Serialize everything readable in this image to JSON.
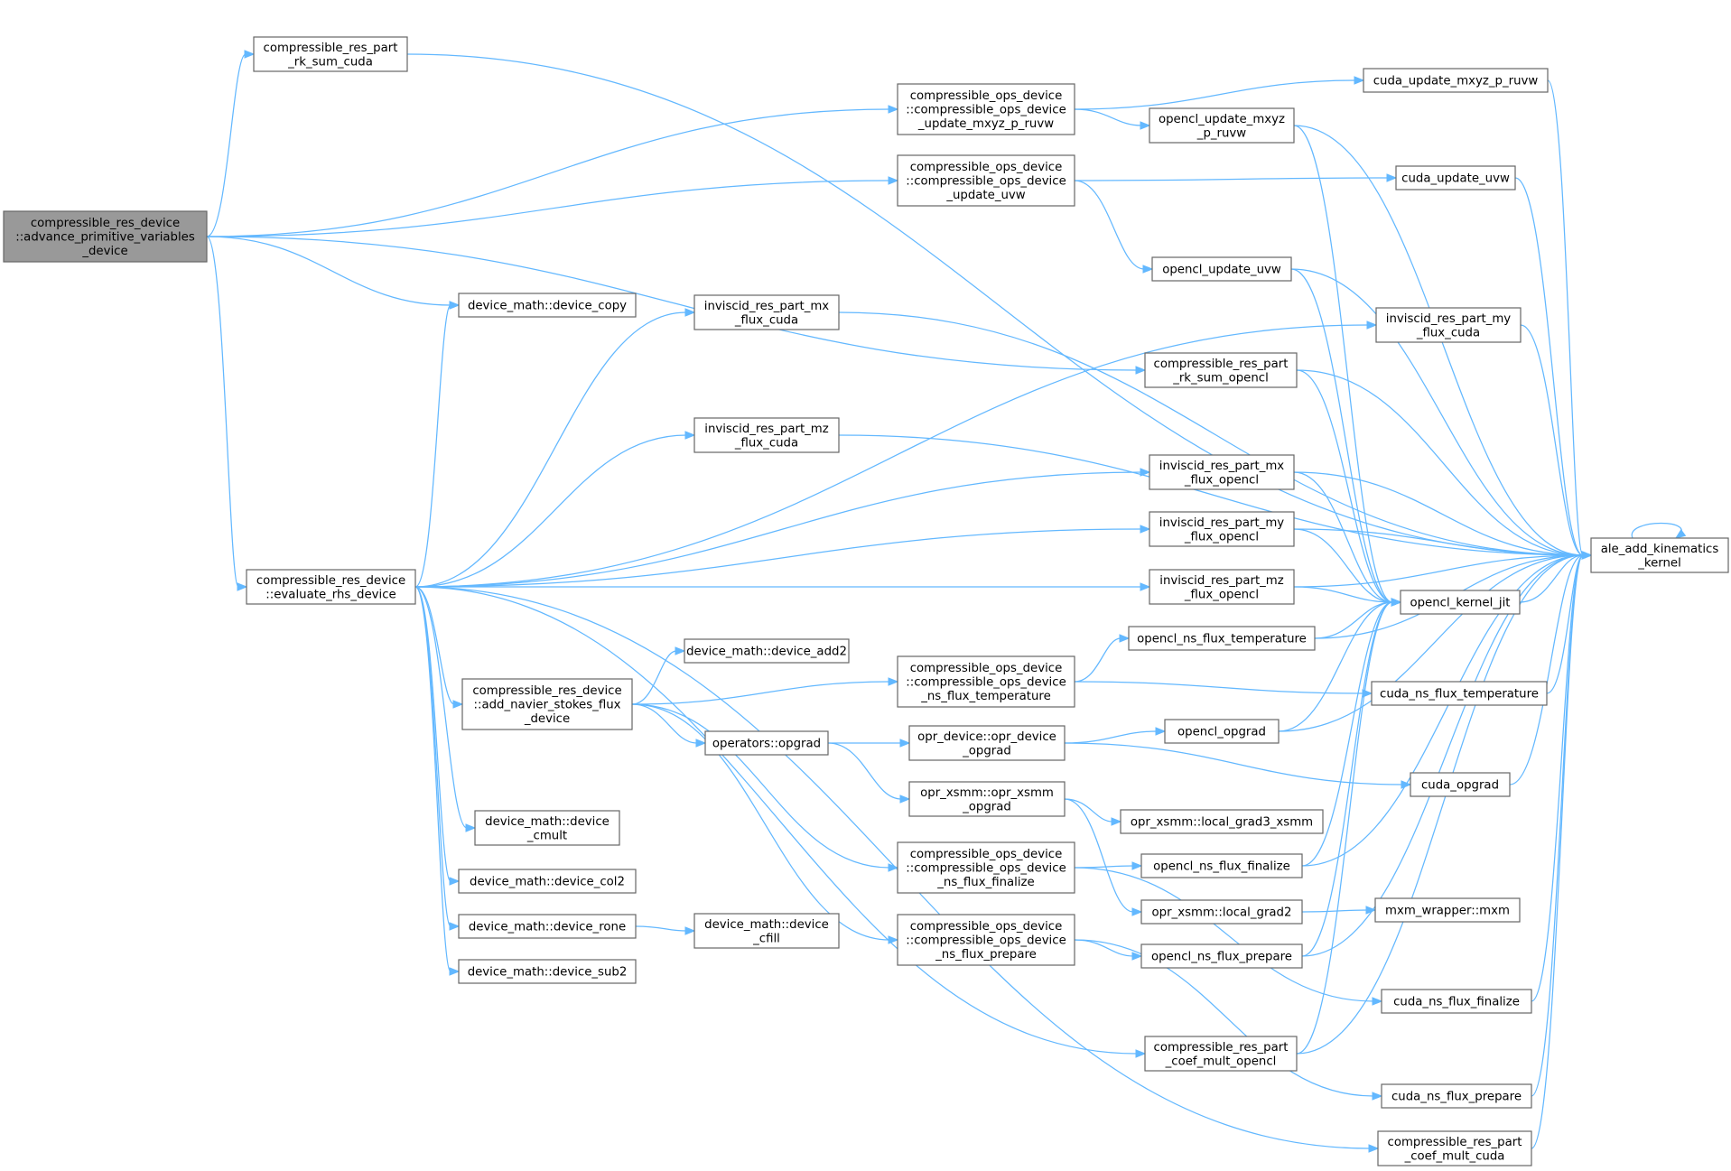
{
  "graph": {
    "edge_color": "#63b8ff",
    "root_fill": "#999999",
    "node_fill": "#ffffff",
    "node_stroke": "#666666",
    "nodes": [
      {
        "id": "root",
        "lines": [
          "compressible_res_device",
          "::advance_primitive_variables",
          "_device"
        ],
        "root": true
      },
      {
        "id": "rk_sum_cuda",
        "lines": [
          "compressible_res_part",
          "_rk_sum_cuda"
        ]
      },
      {
        "id": "ops_update_mxyz",
        "lines": [
          "compressible_ops_device",
          "::compressible_ops_device",
          "_update_mxyz_p_ruvw"
        ]
      },
      {
        "id": "cuda_update_mxyz",
        "lines": [
          "cuda_update_mxyz_p_ruvw"
        ]
      },
      {
        "id": "opencl_update_mxyz",
        "lines": [
          "opencl_update_mxyz",
          "_p_ruvw"
        ]
      },
      {
        "id": "ops_update_uvw",
        "lines": [
          "compressible_ops_device",
          "::compressible_ops_device",
          "_update_uvw"
        ]
      },
      {
        "id": "cuda_update_uvw",
        "lines": [
          "cuda_update_uvw"
        ]
      },
      {
        "id": "opencl_update_uvw",
        "lines": [
          "opencl_update_uvw"
        ]
      },
      {
        "id": "device_copy",
        "lines": [
          "device_math::device_copy"
        ]
      },
      {
        "id": "inv_mx_cuda",
        "lines": [
          "inviscid_res_part_mx",
          "_flux_cuda"
        ]
      },
      {
        "id": "inv_my_cuda",
        "lines": [
          "inviscid_res_part_my",
          "_flux_cuda"
        ]
      },
      {
        "id": "rk_sum_opencl",
        "lines": [
          "compressible_res_part",
          "_rk_sum_opencl"
        ]
      },
      {
        "id": "inv_mz_cuda",
        "lines": [
          "inviscid_res_part_mz",
          "_flux_cuda"
        ]
      },
      {
        "id": "inv_mx_opencl",
        "lines": [
          "inviscid_res_part_mx",
          "_flux_opencl"
        ]
      },
      {
        "id": "inv_my_opencl",
        "lines": [
          "inviscid_res_part_my",
          "_flux_opencl"
        ]
      },
      {
        "id": "ale_kernel",
        "lines": [
          "ale_add_kinematics",
          "_kernel"
        ]
      },
      {
        "id": "evaluate_rhs",
        "lines": [
          "compressible_res_device",
          "::evaluate_rhs_device"
        ]
      },
      {
        "id": "inv_mz_opencl",
        "lines": [
          "inviscid_res_part_mz",
          "_flux_opencl"
        ]
      },
      {
        "id": "opencl_kernel_jit",
        "lines": [
          "opencl_kernel_jit"
        ]
      },
      {
        "id": "opencl_ns_flux_temp",
        "lines": [
          "opencl_ns_flux_temperature"
        ]
      },
      {
        "id": "device_add2",
        "lines": [
          "device_math::device_add2"
        ]
      },
      {
        "id": "add_navier_stokes",
        "lines": [
          "compressible_res_device",
          "::add_navier_stokes_flux",
          "_device"
        ]
      },
      {
        "id": "ops_ns_flux_temp",
        "lines": [
          "compressible_ops_device",
          "::compressible_ops_device",
          "_ns_flux_temperature"
        ]
      },
      {
        "id": "cuda_ns_flux_temp",
        "lines": [
          "cuda_ns_flux_temperature"
        ]
      },
      {
        "id": "opencl_opgrad",
        "lines": [
          "opencl_opgrad"
        ]
      },
      {
        "id": "operators_opgrad",
        "lines": [
          "operators::opgrad"
        ]
      },
      {
        "id": "opr_device_opgrad",
        "lines": [
          "opr_device::opr_device",
          "_opgrad"
        ]
      },
      {
        "id": "cuda_opgrad",
        "lines": [
          "cuda_opgrad"
        ]
      },
      {
        "id": "opr_xsmm_opgrad",
        "lines": [
          "opr_xsmm::opr_xsmm",
          "_opgrad"
        ]
      },
      {
        "id": "local_grad3",
        "lines": [
          "opr_xsmm::local_grad3_xsmm"
        ]
      },
      {
        "id": "device_cmult",
        "lines": [
          "device_math::device",
          "_cmult"
        ]
      },
      {
        "id": "ops_ns_flux_finalize",
        "lines": [
          "compressible_ops_device",
          "::compressible_ops_device",
          "_ns_flux_finalize"
        ]
      },
      {
        "id": "opencl_ns_flux_finalize",
        "lines": [
          "opencl_ns_flux_finalize"
        ]
      },
      {
        "id": "device_col2",
        "lines": [
          "device_math::device_col2"
        ]
      },
      {
        "id": "local_grad2",
        "lines": [
          "opr_xsmm::local_grad2"
        ]
      },
      {
        "id": "mxm",
        "lines": [
          "mxm_wrapper::mxm"
        ]
      },
      {
        "id": "device_rone",
        "lines": [
          "device_math::device_rone"
        ]
      },
      {
        "id": "device_cfill",
        "lines": [
          "device_math::device",
          "_cfill"
        ]
      },
      {
        "id": "ops_ns_flux_prepare",
        "lines": [
          "compressible_ops_device",
          "::compressible_ops_device",
          "_ns_flux_prepare"
        ]
      },
      {
        "id": "opencl_ns_flux_prepare",
        "lines": [
          "opencl_ns_flux_prepare"
        ]
      },
      {
        "id": "device_sub2",
        "lines": [
          "device_math::device_sub2"
        ]
      },
      {
        "id": "cuda_ns_flux_finalize",
        "lines": [
          "cuda_ns_flux_finalize"
        ]
      },
      {
        "id": "coef_mult_opencl",
        "lines": [
          "compressible_res_part",
          "_coef_mult_opencl"
        ]
      },
      {
        "id": "cuda_ns_flux_prepare",
        "lines": [
          "cuda_ns_flux_prepare"
        ]
      },
      {
        "id": "coef_mult_cuda",
        "lines": [
          "compressible_res_part",
          "_coef_mult_cuda"
        ]
      }
    ],
    "edges": [
      [
        "root",
        "rk_sum_cuda"
      ],
      [
        "root",
        "ops_update_mxyz"
      ],
      [
        "root",
        "ops_update_uvw"
      ],
      [
        "root",
        "device_copy"
      ],
      [
        "root",
        "rk_sum_opencl"
      ],
      [
        "root",
        "evaluate_rhs"
      ],
      [
        "rk_sum_cuda",
        "ale_kernel"
      ],
      [
        "ops_update_mxyz",
        "cuda_update_mxyz"
      ],
      [
        "ops_update_mxyz",
        "opencl_update_mxyz"
      ],
      [
        "cuda_update_mxyz",
        "ale_kernel"
      ],
      [
        "opencl_update_mxyz",
        "ale_kernel"
      ],
      [
        "opencl_update_mxyz",
        "opencl_kernel_jit"
      ],
      [
        "ops_update_uvw",
        "cuda_update_uvw"
      ],
      [
        "ops_update_uvw",
        "opencl_update_uvw"
      ],
      [
        "cuda_update_uvw",
        "ale_kernel"
      ],
      [
        "opencl_update_uvw",
        "ale_kernel"
      ],
      [
        "opencl_update_uvw",
        "opencl_kernel_jit"
      ],
      [
        "rk_sum_opencl",
        "ale_kernel"
      ],
      [
        "rk_sum_opencl",
        "opencl_kernel_jit"
      ],
      [
        "evaluate_rhs",
        "device_copy"
      ],
      [
        "evaluate_rhs",
        "inv_mx_cuda"
      ],
      [
        "evaluate_rhs",
        "inv_my_cuda"
      ],
      [
        "evaluate_rhs",
        "inv_mz_cuda"
      ],
      [
        "evaluate_rhs",
        "inv_mx_opencl"
      ],
      [
        "evaluate_rhs",
        "inv_my_opencl"
      ],
      [
        "evaluate_rhs",
        "inv_mz_opencl"
      ],
      [
        "evaluate_rhs",
        "add_navier_stokes"
      ],
      [
        "evaluate_rhs",
        "device_cmult"
      ],
      [
        "evaluate_rhs",
        "device_col2"
      ],
      [
        "evaluate_rhs",
        "device_rone"
      ],
      [
        "evaluate_rhs",
        "device_sub2"
      ],
      [
        "evaluate_rhs",
        "coef_mult_opencl"
      ],
      [
        "evaluate_rhs",
        "coef_mult_cuda"
      ],
      [
        "inv_mx_cuda",
        "ale_kernel"
      ],
      [
        "inv_my_cuda",
        "ale_kernel"
      ],
      [
        "inv_mz_cuda",
        "ale_kernel"
      ],
      [
        "inv_mx_opencl",
        "ale_kernel"
      ],
      [
        "inv_mx_opencl",
        "opencl_kernel_jit"
      ],
      [
        "inv_my_opencl",
        "ale_kernel"
      ],
      [
        "inv_my_opencl",
        "opencl_kernel_jit"
      ],
      [
        "inv_mz_opencl",
        "ale_kernel"
      ],
      [
        "inv_mz_opencl",
        "opencl_kernel_jit"
      ],
      [
        "opencl_kernel_jit",
        "ale_kernel"
      ],
      [
        "ale_kernel",
        "ale_kernel"
      ],
      [
        "add_navier_stokes",
        "device_add2"
      ],
      [
        "add_navier_stokes",
        "ops_ns_flux_temp"
      ],
      [
        "add_navier_stokes",
        "operators_opgrad"
      ],
      [
        "add_navier_stokes",
        "ops_ns_flux_finalize"
      ],
      [
        "add_navier_stokes",
        "ops_ns_flux_prepare"
      ],
      [
        "ops_ns_flux_temp",
        "opencl_ns_flux_temp"
      ],
      [
        "ops_ns_flux_temp",
        "cuda_ns_flux_temp"
      ],
      [
        "opencl_ns_flux_temp",
        "ale_kernel"
      ],
      [
        "opencl_ns_flux_temp",
        "opencl_kernel_jit"
      ],
      [
        "cuda_ns_flux_temp",
        "ale_kernel"
      ],
      [
        "operators_opgrad",
        "opr_device_opgrad"
      ],
      [
        "operators_opgrad",
        "opr_xsmm_opgrad"
      ],
      [
        "opr_device_opgrad",
        "opencl_opgrad"
      ],
      [
        "opr_device_opgrad",
        "cuda_opgrad"
      ],
      [
        "opencl_opgrad",
        "ale_kernel"
      ],
      [
        "opencl_opgrad",
        "opencl_kernel_jit"
      ],
      [
        "cuda_opgrad",
        "ale_kernel"
      ],
      [
        "opr_xsmm_opgrad",
        "local_grad3"
      ],
      [
        "opr_xsmm_opgrad",
        "local_grad2"
      ],
      [
        "local_grad2",
        "mxm"
      ],
      [
        "ops_ns_flux_finalize",
        "opencl_ns_flux_finalize"
      ],
      [
        "ops_ns_flux_finalize",
        "cuda_ns_flux_finalize"
      ],
      [
        "opencl_ns_flux_finalize",
        "ale_kernel"
      ],
      [
        "opencl_ns_flux_finalize",
        "opencl_kernel_jit"
      ],
      [
        "cuda_ns_flux_finalize",
        "ale_kernel"
      ],
      [
        "ops_ns_flux_prepare",
        "opencl_ns_flux_prepare"
      ],
      [
        "ops_ns_flux_prepare",
        "cuda_ns_flux_prepare"
      ],
      [
        "opencl_ns_flux_prepare",
        "ale_kernel"
      ],
      [
        "opencl_ns_flux_prepare",
        "opencl_kernel_jit"
      ],
      [
        "cuda_ns_flux_prepare",
        "ale_kernel"
      ],
      [
        "device_rone",
        "device_cfill"
      ],
      [
        "coef_mult_opencl",
        "ale_kernel"
      ],
      [
        "coef_mult_opencl",
        "opencl_kernel_jit"
      ],
      [
        "coef_mult_cuda",
        "ale_kernel"
      ]
    ]
  }
}
